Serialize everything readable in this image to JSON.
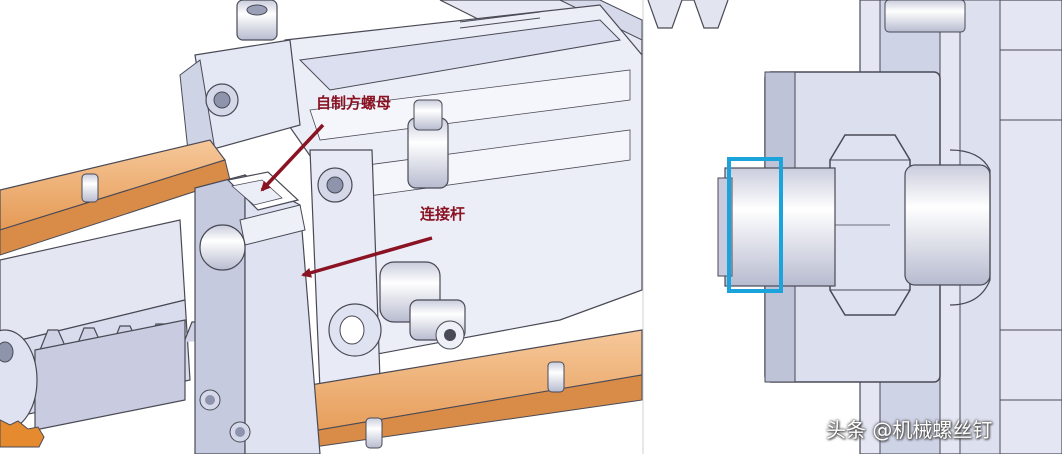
{
  "annotations": {
    "nut_label": "自制方螺母",
    "rod_label": "连接杆"
  },
  "watermark": "头条 @机械螺丝钉",
  "colors": {
    "annotation": "#8a1323",
    "highlight_box": "#1ba3dc",
    "rail": "#f0b27a",
    "part_fill": "#e3e6f4",
    "outline": "#4a4a56"
  }
}
